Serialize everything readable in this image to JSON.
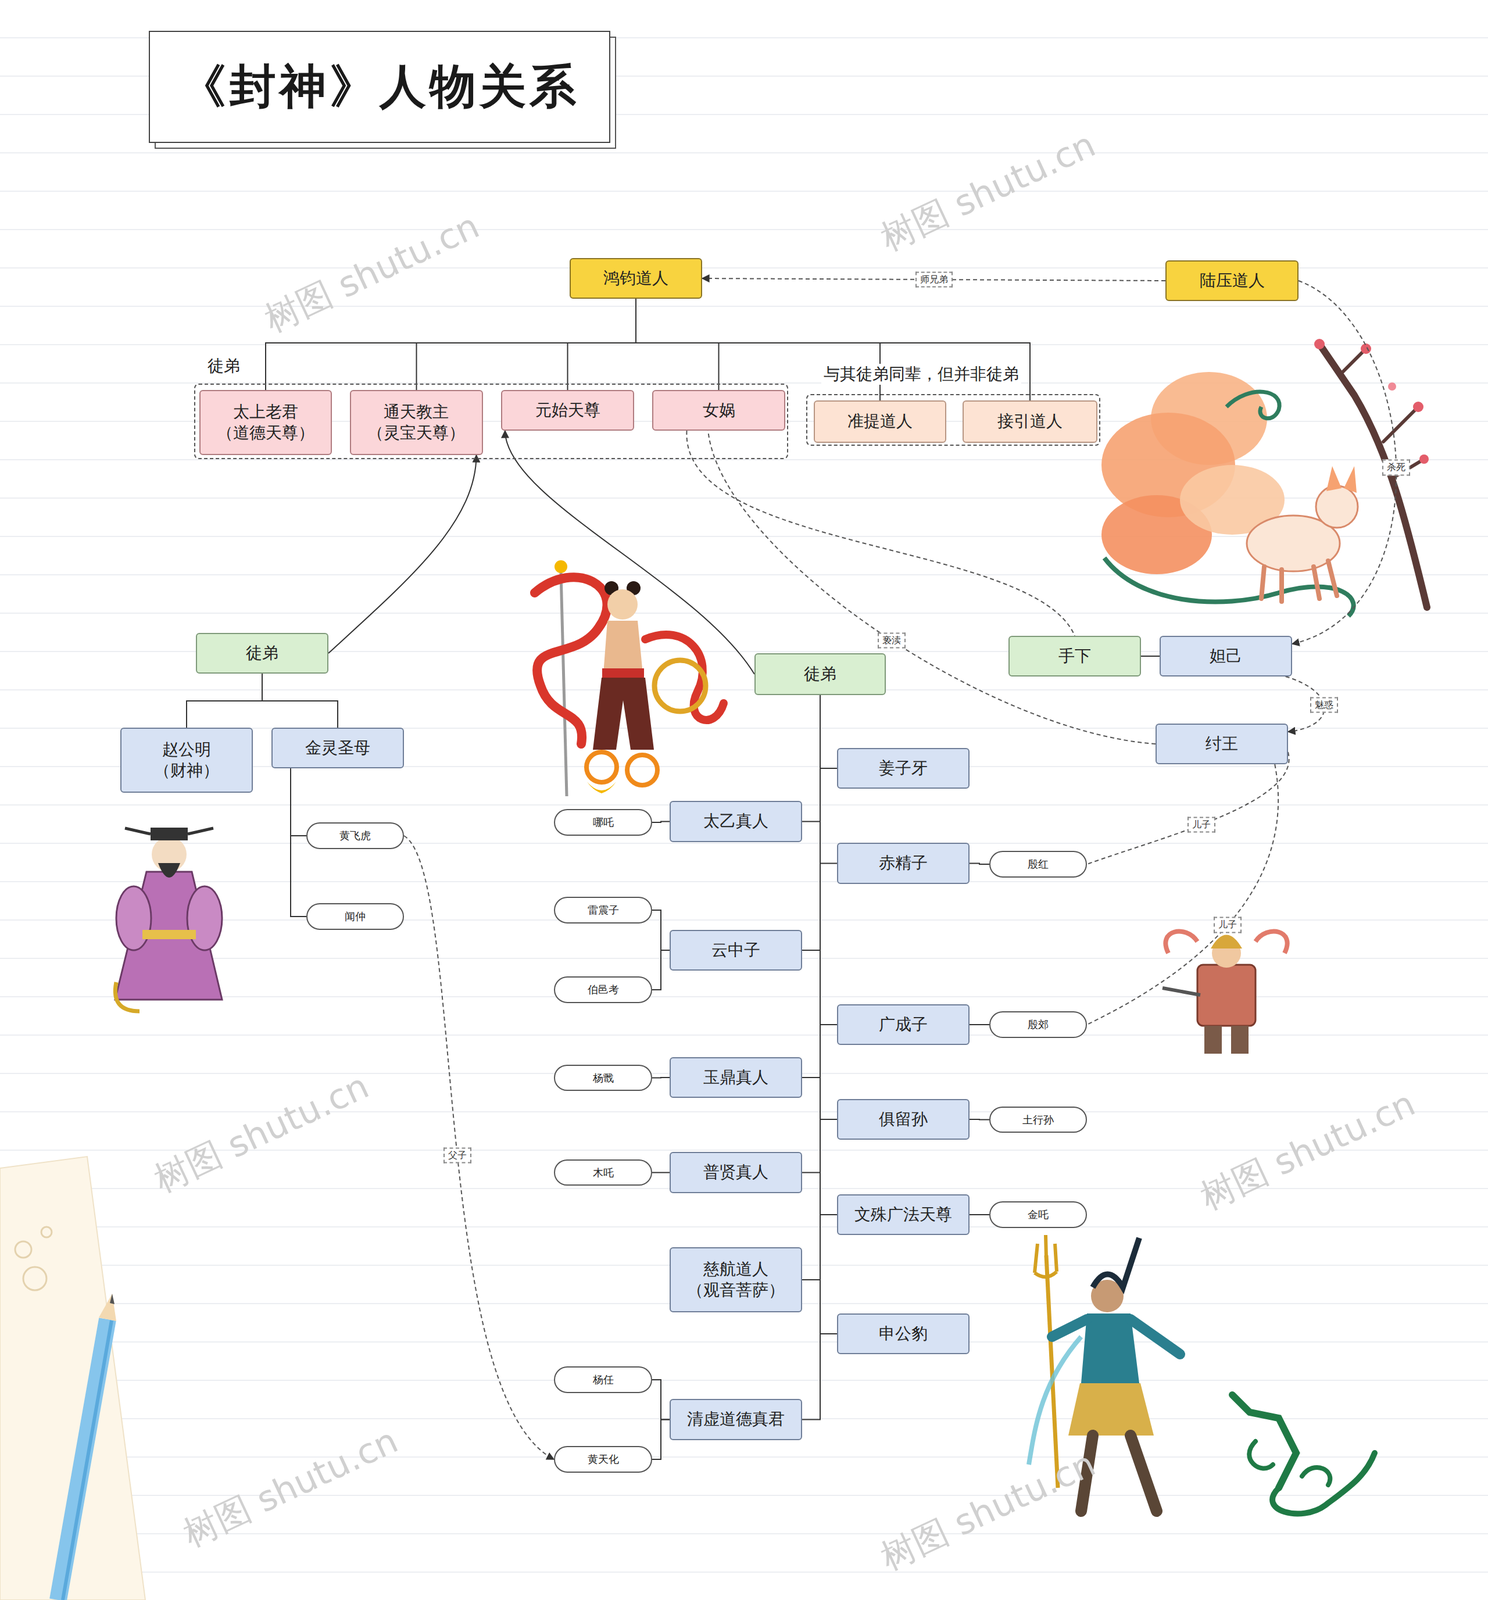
{
  "diagram": {
    "title": "《封神》人物关系",
    "nodes": [
      {
        "text": [
          "鸿钧道人"
        ]
      },
      {
        "text": [
          "陆压道人"
        ]
      },
      {
        "text": [
          "徒弟"
        ]
      },
      {
        "text": [
          "太上老君 （道德天尊）"
        ],
        "in": 2
      },
      {
        "text": [
          "通天教主 （灵宝天尊）"
        ],
        "in": 2
      },
      {
        "text": [
          "元始天尊"
        ],
        "in": 2
      },
      {
        "text": [
          "女娲"
        ],
        "in": 2
      },
      {
        "text": [
          "与其徒弟同辈，但并非徒弟"
        ]
      },
      {
        "text": [
          "准提道人"
        ],
        "in": 7
      },
      {
        "text": [
          "接引道人"
        ],
        "in": 7
      },
      {
        "text": [
          "徒弟"
        ]
      },
      {
        "text": [
          "赵公明 （财神）"
        ]
      },
      {
        "text": [
          "金灵圣母"
        ]
      },
      {
        "text": [
          "黄飞虎"
        ]
      },
      {
        "text": [
          "闻仲"
        ]
      },
      {
        "text": [
          "徒弟"
        ]
      },
      {
        "text": [
          "姜子牙"
        ]
      },
      {
        "text": [
          "太乙真人"
        ]
      },
      {
        "text": [
          "哪吒"
        ]
      },
      {
        "text": [
          "赤精子"
        ]
      },
      {
        "text": [
          "殷红"
        ]
      },
      {
        "text": [
          "云中子"
        ]
      },
      {
        "text": [
          "雷震子"
        ]
      },
      {
        "text": [
          "伯邑考"
        ]
      },
      {
        "text": [
          "广成子"
        ]
      },
      {
        "text": [
          "殷郊"
        ]
      },
      {
        "text": [
          "玉鼎真人"
        ]
      },
      {
        "text": [
          "杨戬"
        ]
      },
      {
        "text": [
          "俱留孙"
        ]
      },
      {
        "text": [
          "土行孙"
        ]
      },
      {
        "text": [
          "普贤真人"
        ]
      },
      {
        "text": [
          "木吒"
        ]
      },
      {
        "text": [
          "文殊广法天尊"
        ]
      },
      {
        "text": [
          "金吒"
        ]
      },
      {
        "text": [
          "慈航道人 （观音菩萨）"
        ]
      },
      {
        "text": [
          "申公豹"
        ]
      },
      {
        "text": [
          "清虚道德真君"
        ]
      },
      {
        "text": [
          "杨任"
        ]
      },
      {
        "text": [
          "黄天化"
        ]
      },
      {
        "text": [
          "手下"
        ]
      },
      {
        "text": [
          "妲己"
        ]
      },
      {
        "text": [
          "纣王"
        ]
      }
    ],
    "edges": [
      {
        "from": 1,
        "to": 0,
        "arrow": "to",
        "label": "师兄弟"
      },
      {
        "from": 0,
        "to": 3,
        "arrow": "none"
      },
      {
        "from": 0,
        "to": 4,
        "arrow": "none"
      },
      {
        "from": 0,
        "to": 5,
        "arrow": "none"
      },
      {
        "from": 0,
        "to": 6,
        "arrow": "none"
      },
      {
        "from": 0,
        "to": 8,
        "arrow": "none"
      },
      {
        "from": 0,
        "to": 9,
        "arrow": "none"
      },
      {
        "from": 1,
        "to": 40,
        "arrow": "to",
        "label": "杀死"
      },
      {
        "from": 10,
        "to": 4,
        "arrow": "to"
      },
      {
        "from": 10,
        "to": 11,
        "arrow": "none"
      },
      {
        "from": 10,
        "to": 12,
        "arrow": "none"
      },
      {
        "from": 12,
        "to": 13,
        "arrow": "none"
      },
      {
        "from": 12,
        "to": 14,
        "arrow": "none"
      },
      {
        "from": 13,
        "to": 38,
        "arrow": "to",
        "label": "父子"
      },
      {
        "from": 15,
        "to": 5,
        "arrow": "to"
      },
      {
        "from": 15,
        "to": 16,
        "arrow": "none"
      },
      {
        "from": 15,
        "to": 17,
        "arrow": "none"
      },
      {
        "from": 17,
        "to": 18,
        "arrow": "none"
      },
      {
        "from": 15,
        "to": 19,
        "arrow": "none"
      },
      {
        "from": 19,
        "to": 20,
        "arrow": "none"
      },
      {
        "from": 15,
        "to": 21,
        "arrow": "none"
      },
      {
        "from": 21,
        "to": 22,
        "arrow": "none"
      },
      {
        "from": 21,
        "to": 23,
        "arrow": "none"
      },
      {
        "from": 15,
        "to": 24,
        "arrow": "none"
      },
      {
        "from": 24,
        "to": 25,
        "arrow": "none"
      },
      {
        "from": 15,
        "to": 26,
        "arrow": "none"
      },
      {
        "from": 26,
        "to": 27,
        "arrow": "none"
      },
      {
        "from": 15,
        "to": 28,
        "arrow": "none"
      },
      {
        "from": 28,
        "to": 29,
        "arrow": "none"
      },
      {
        "from": 15,
        "to": 30,
        "arrow": "none"
      },
      {
        "from": 30,
        "to": 31,
        "arrow": "none"
      },
      {
        "from": 15,
        "to": 32,
        "arrow": "none"
      },
      {
        "from": 32,
        "to": 33,
        "arrow": "none"
      },
      {
        "from": 15,
        "to": 34,
        "arrow": "none"
      },
      {
        "from": 15,
        "to": 35,
        "arrow": "none"
      },
      {
        "from": 15,
        "to": 36,
        "arrow": "none"
      },
      {
        "from": 36,
        "to": 37,
        "arrow": "none"
      },
      {
        "from": 36,
        "to": 38,
        "arrow": "none"
      },
      {
        "from": 6,
        "to": 39,
        "arrow": "none"
      },
      {
        "from": 39,
        "to": 40,
        "arrow": "none"
      },
      {
        "from": 41,
        "to": 6,
        "arrow": "none",
        "label": "亵渎"
      },
      {
        "from": 40,
        "to": 41,
        "arrow": "to",
        "label": "魅惑"
      },
      {
        "from": 41,
        "to": 20,
        "arrow": "none",
        "label": "儿子"
      },
      {
        "from": 41,
        "to": 25,
        "arrow": "none",
        "label": "儿子"
      }
    ],
    "labels": [
      "树图 shutu.cn",
      "树图 shutu.cn",
      "树图 shutu.cn",
      "树图 shutu.cn",
      "树图 shutu.cn",
      "树图 shutu.cn"
    ]
  }
}
